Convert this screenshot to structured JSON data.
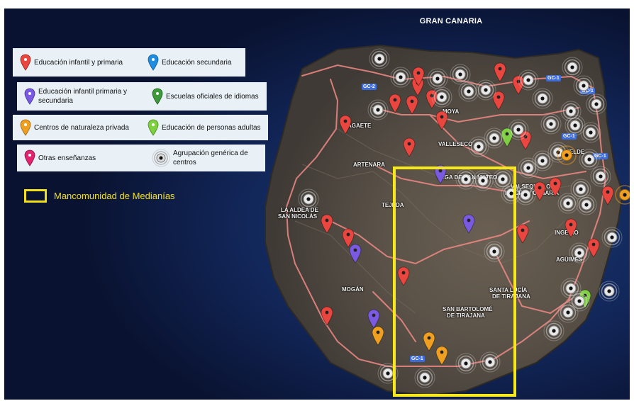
{
  "map": {
    "title": "GRAN CANARIA"
  },
  "legend": {
    "rows": [
      [
        {
          "label": "Educación infantil y primaria",
          "color": "#e8463f",
          "kind": "pin"
        },
        {
          "label": "Educación secundaria",
          "color": "#1e8ce0",
          "kind": "pin"
        }
      ],
      [
        {
          "label": "Educación infantil primaria y secundaria",
          "color": "#7a5ae0",
          "kind": "pin"
        },
        {
          "label": "Escuelas oficiales de idiomas",
          "color": "#3d9a3a",
          "kind": "pin"
        }
      ],
      [
        {
          "label": "Centros de naturaleza privada",
          "color": "#f0a020",
          "kind": "pin"
        },
        {
          "label": "Educación de personas adultas",
          "color": "#7ed040",
          "kind": "pin"
        }
      ],
      [
        {
          "label": "Otras enseñanzas",
          "color": "#e0246e",
          "kind": "pin"
        },
        {
          "label": "Agrupación genérica de centros",
          "color": "#cccccc",
          "kind": "cluster"
        }
      ]
    ],
    "area_label": "Mancomunidad de Medianías",
    "area_color": "#f7e81b"
  },
  "places": [
    {
      "name": "AGAETE"
    },
    {
      "name": "MOYA"
    },
    {
      "name": "VALLESECO"
    },
    {
      "name": "ARTENARA"
    },
    {
      "name": "VEGA DE SAN MATEO"
    },
    {
      "name": "TEJEDA"
    },
    {
      "name": "LA ALDEA DE"
    },
    {
      "name": "SAN NICOLÁS"
    },
    {
      "name": "MOGÁN"
    },
    {
      "name": "SANTA LUCÍA"
    },
    {
      "name": "DE TIRAJANA"
    },
    {
      "name": "SAN BARTOLOMÉ"
    },
    {
      "name": "DE TIRAJANA"
    },
    {
      "name": "INGENIO"
    },
    {
      "name": "AGÜIMES"
    },
    {
      "name": "VALSEQUILLO"
    },
    {
      "name": "DE GRAN CANARIA"
    },
    {
      "name": "TELDE"
    }
  ],
  "roads": [
    "GC-2",
    "GC-1",
    "GC-1",
    "GC-1",
    "GC-1",
    "GC-1"
  ]
}
